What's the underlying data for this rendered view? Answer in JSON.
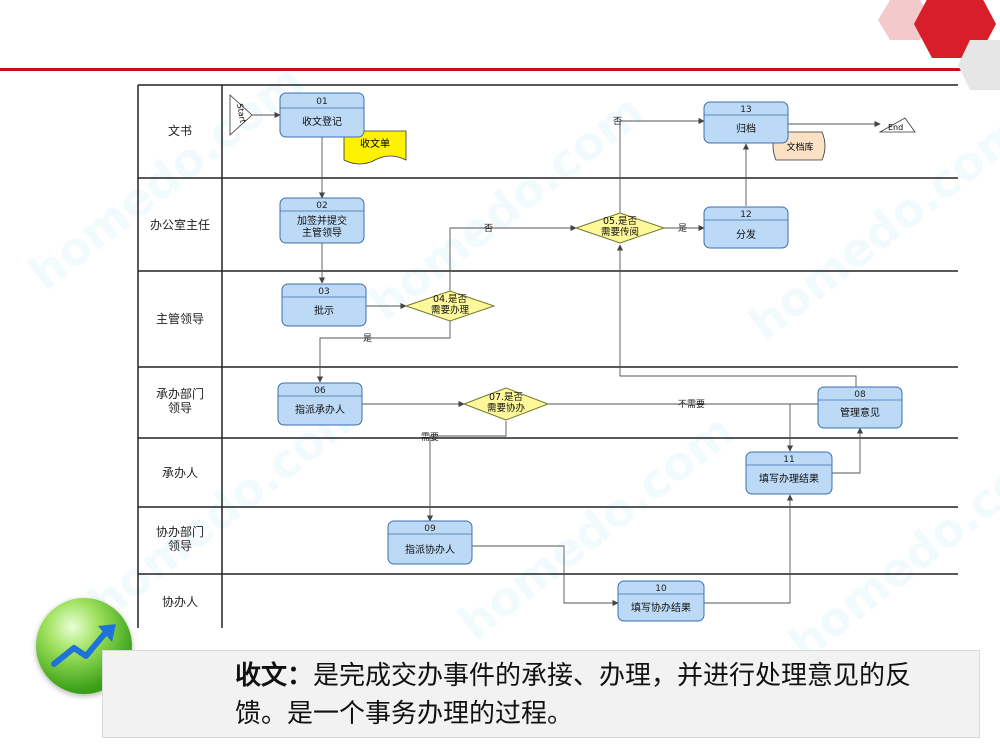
{
  "colors": {
    "accent": "#c8101a",
    "process": "#bcd9f5",
    "decision": "#fff89a",
    "document": "#fff200",
    "store": "#fbe2c6"
  },
  "lanes": [
    {
      "label": "文书"
    },
    {
      "label": "办公室主任"
    },
    {
      "label": "主管领导"
    },
    {
      "label": "承办部门\n领导"
    },
    {
      "label": "承办人"
    },
    {
      "label": "协办部门\n领导"
    },
    {
      "label": "协办人"
    }
  ],
  "terminals": {
    "start": "Start",
    "end": "End"
  },
  "nodes": {
    "n01": {
      "id": "01",
      "text": "收文登记"
    },
    "n02": {
      "id": "02",
      "text": "加签并提交\n主管领导"
    },
    "n03": {
      "id": "03",
      "text": "批示"
    },
    "n06": {
      "id": "06",
      "text": "指派承办人"
    },
    "n08": {
      "id": "08",
      "text": "管理意见"
    },
    "n09": {
      "id": "09",
      "text": "指派协办人"
    },
    "n10": {
      "id": "10",
      "text": "填写协办结果"
    },
    "n11": {
      "id": "11",
      "text": "填写办理结果"
    },
    "n12": {
      "id": "12",
      "text": "分发"
    },
    "n13": {
      "id": "13",
      "text": "归档"
    }
  },
  "decisions": {
    "d04": {
      "text": "04.是否\n需要办理"
    },
    "d05": {
      "text": "05.是否\n需要传阅"
    },
    "d07": {
      "text": "07.是否\n需要协办"
    }
  },
  "documents": {
    "doc1": "收文单",
    "store1": "文档库"
  },
  "edge_labels": {
    "no_d04": "否",
    "yes_d04": "是",
    "no_d05": "否",
    "yes_d05": "是",
    "need_d07": "需要",
    "noneed_d07": "不需要"
  },
  "caption": {
    "lead": "收文：",
    "body": "是完成交办事件的承接、办理，并进行处理意见的反馈。是一个事务办理的过程。"
  }
}
